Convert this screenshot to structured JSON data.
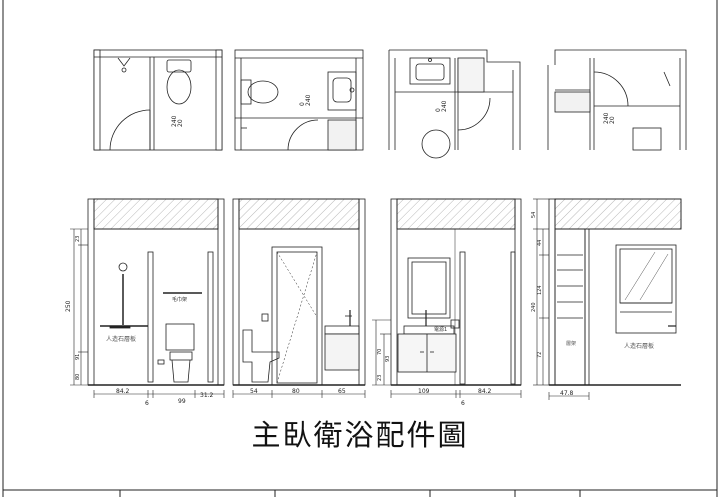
{
  "drawing_title": "主臥衛浴配件圖",
  "plan_labels": {
    "p1": [
      "240",
      "20"
    ],
    "p2": [
      "0",
      "240"
    ],
    "p3": [
      "0",
      "240"
    ],
    "p4": [
      "240",
      "20"
    ]
  },
  "elevation_1": {
    "heights": [
      "250",
      "23",
      "91",
      "80"
    ],
    "widths": [
      "84.2",
      "6",
      "99",
      "31.2"
    ],
    "notes": [
      "毛巾架",
      "人造石層板"
    ]
  },
  "elevation_2": {
    "widths": [
      "54",
      "80",
      "65"
    ]
  },
  "elevation_3": {
    "heights": [
      "70",
      "93",
      "23"
    ],
    "widths": [
      "109",
      "84.2",
      "6"
    ],
    "notes": [
      "電源1"
    ]
  },
  "elevation_4": {
    "heights": [
      "54",
      "44",
      "240",
      "124",
      "72"
    ],
    "widths": [
      "47.8"
    ],
    "notes": [
      "層架",
      "人造石層板"
    ]
  }
}
